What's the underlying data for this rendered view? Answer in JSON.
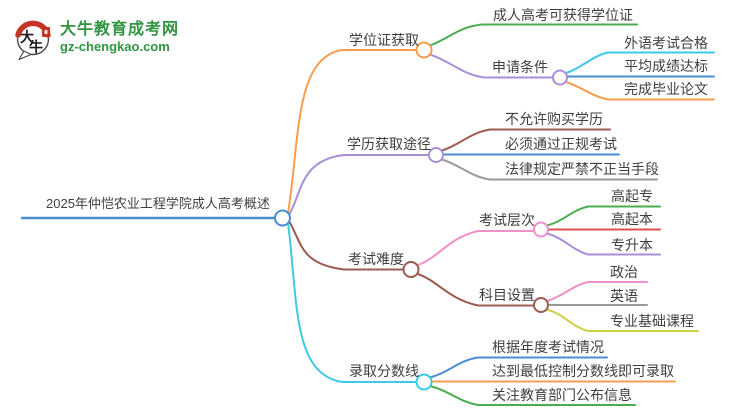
{
  "logo": {
    "icon": "bull-speech-bubble-icon",
    "icon_text": "大牛",
    "title": "大牛教育成考网",
    "subtitle": "gz-chengkao.com",
    "brand_green": "#2f9540",
    "brand_red": "#c43527"
  },
  "colors": {
    "blue": "#4a8ed2",
    "orange": "#f59e50",
    "green": "#4aae51",
    "purple": "#a98fd6",
    "cyan": "#3ec9e6",
    "brown": "#9b5c50",
    "pink": "#f08fc8",
    "red": "#e0504b",
    "gray": "#9a9a9a",
    "olive": "#ced044",
    "text": "#3f3f3f"
  },
  "mindmap": {
    "root": {
      "label": "2025年仲恺农业工程学院成人高考概述"
    },
    "branches": [
      {
        "label": "学位证获取",
        "children": [
          {
            "label": "成人高考可获得学位证"
          },
          {
            "label": "申请条件",
            "children": [
              {
                "label": "外语考试合格"
              },
              {
                "label": "平均成绩达标"
              },
              {
                "label": "完成毕业论文"
              }
            ]
          }
        ]
      },
      {
        "label": "学历获取途径",
        "children": [
          {
            "label": "不允许购买学历"
          },
          {
            "label": "必须通过正规考试"
          },
          {
            "label": "法律规定严禁不正当手段"
          }
        ]
      },
      {
        "label": "考试难度",
        "children": [
          {
            "label": "考试层次",
            "children": [
              {
                "label": "高起专"
              },
              {
                "label": "高起本"
              },
              {
                "label": "专升本"
              }
            ]
          },
          {
            "label": "科目设置",
            "children": [
              {
                "label": "政治"
              },
              {
                "label": "英语"
              },
              {
                "label": "专业基础课程"
              }
            ]
          }
        ]
      },
      {
        "label": "录取分数线",
        "children": [
          {
            "label": "根据年度考试情况"
          },
          {
            "label": "达到最低控制分数线即可录取"
          },
          {
            "label": "关注教育部门公布信息"
          }
        ]
      }
    ]
  }
}
